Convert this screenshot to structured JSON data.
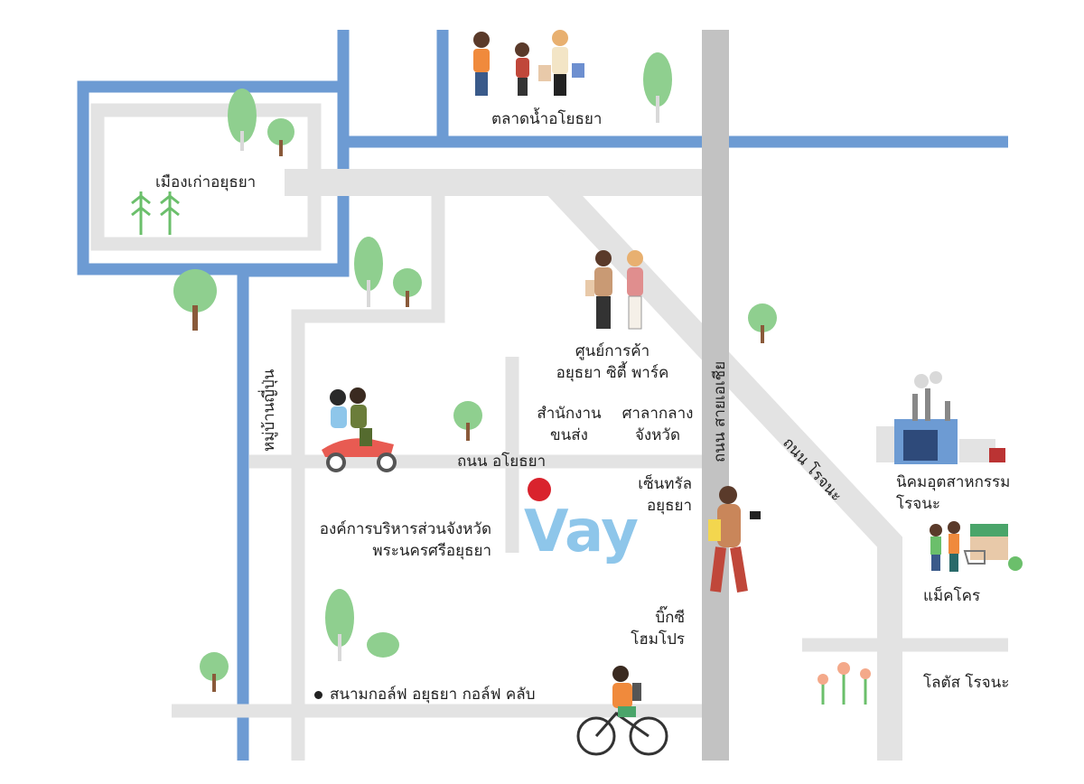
{
  "colors": {
    "canal": "#6d9bd3",
    "road_light": "#e3e3e3",
    "road_main": "#c2c2c2",
    "marker": "#d9232d",
    "brand": "#8ec6ea",
    "tree_leaf": "#8fcf8f",
    "tree_trunk": "#8a5a3a"
  },
  "brand": "Vay",
  "places": {
    "old_city": "เมืองเก่าอยุธยา",
    "floating_market": "ตลาดน้ำอโยธยา",
    "mall_line1": "ศูนย์การค้า",
    "mall_line2": "อยุธยา ซิตี้ พาร์ค",
    "post_line1": "สำนักงาน",
    "post_line2": "ขนส่ง",
    "hall_line1": "ศาลากลาง",
    "hall_line2": "จังหวัด",
    "central_line1": "เซ็นทรัล",
    "central_line2": "อยุธยา",
    "pao_line1": "องค์การบริหารส่วนจังหวัด",
    "pao_line2": "พระนครศรีอยุธยา",
    "bigc_line1": "บิ๊กซี",
    "bigc_line2": "โฮมโปร",
    "golf": "สนามกอล์ฟ อยุธยา กอล์ฟ คลับ",
    "industrial_line1": "นิคมอุตสาหกรรม",
    "industrial_line2": "โรจนะ",
    "makro": "แม็คโคร",
    "lotus": "โลตัส โรจนะ"
  },
  "roads": {
    "ayothaya": "ถนน อโยธยา",
    "asia": "ถนน สายเอเชีย",
    "rojana": "ถนน โรจนะ",
    "japanese_village": "หมู่บ้านญี่ปุ่น"
  },
  "icons": [
    "tree-icon",
    "shoppers-icon",
    "walking-couple-icon",
    "scooter-icon",
    "cyclist-icon",
    "shopper-woman-icon",
    "factory-icon",
    "market-icon",
    "flower-icon",
    "location-marker-icon"
  ]
}
